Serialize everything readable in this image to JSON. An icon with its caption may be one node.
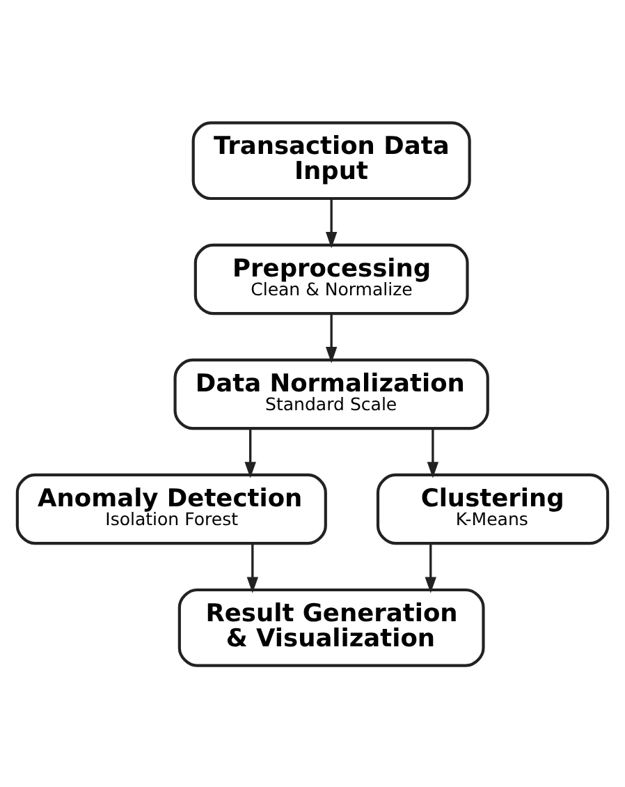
{
  "diagram": {
    "nodes": [
      {
        "text": [
          "Transaction Data Input"
        ]
      },
      {
        "text": [
          "Preprocessing",
          "Clean & Normalize"
        ]
      },
      {
        "text": [
          "Data Normalization",
          "Standard Scale"
        ]
      },
      {
        "text": [
          "Anomaly Detection",
          "Isolation Forest"
        ]
      },
      {
        "text": [
          "Clustering",
          "K-Means"
        ]
      },
      {
        "text": [
          "Result Generation & Visualization"
        ]
      }
    ],
    "edges": [
      {
        "from": 0,
        "to": 1,
        "arrow": "to"
      },
      {
        "from": 1,
        "to": 2,
        "arrow": "to"
      },
      {
        "from": 2,
        "to": 3,
        "arrow": "to"
      },
      {
        "from": 2,
        "to": 4,
        "arrow": "to"
      },
      {
        "from": 3,
        "to": 5,
        "arrow": "to"
      },
      {
        "from": 4,
        "to": 5,
        "arrow": "to"
      }
    ]
  }
}
